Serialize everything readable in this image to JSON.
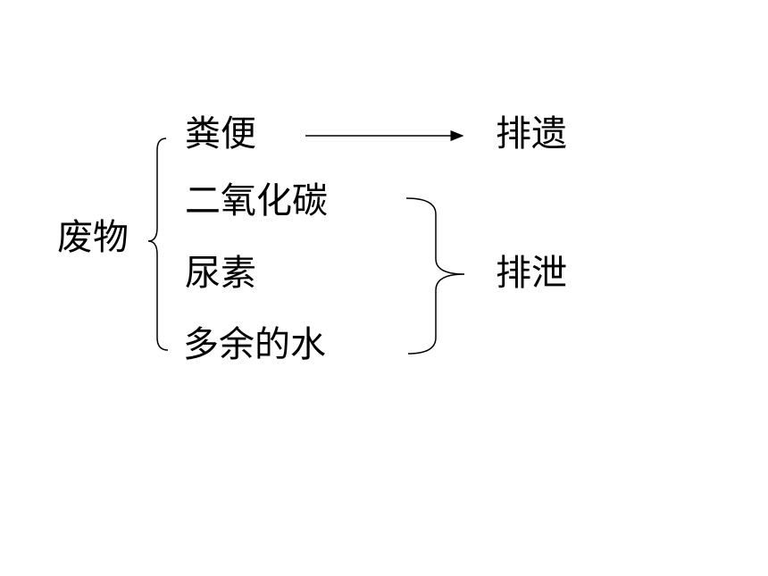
{
  "diagram": {
    "root": {
      "label": "废物"
    },
    "items": [
      {
        "label": "粪便"
      },
      {
        "label": "二氧化碳"
      },
      {
        "label": "尿素"
      },
      {
        "label": "多余的水"
      }
    ],
    "targets": [
      {
        "label": "排遗"
      },
      {
        "label": "排泄"
      }
    ],
    "colors": {
      "text": "#000000",
      "lines": "#000000",
      "background": "#ffffff"
    }
  }
}
